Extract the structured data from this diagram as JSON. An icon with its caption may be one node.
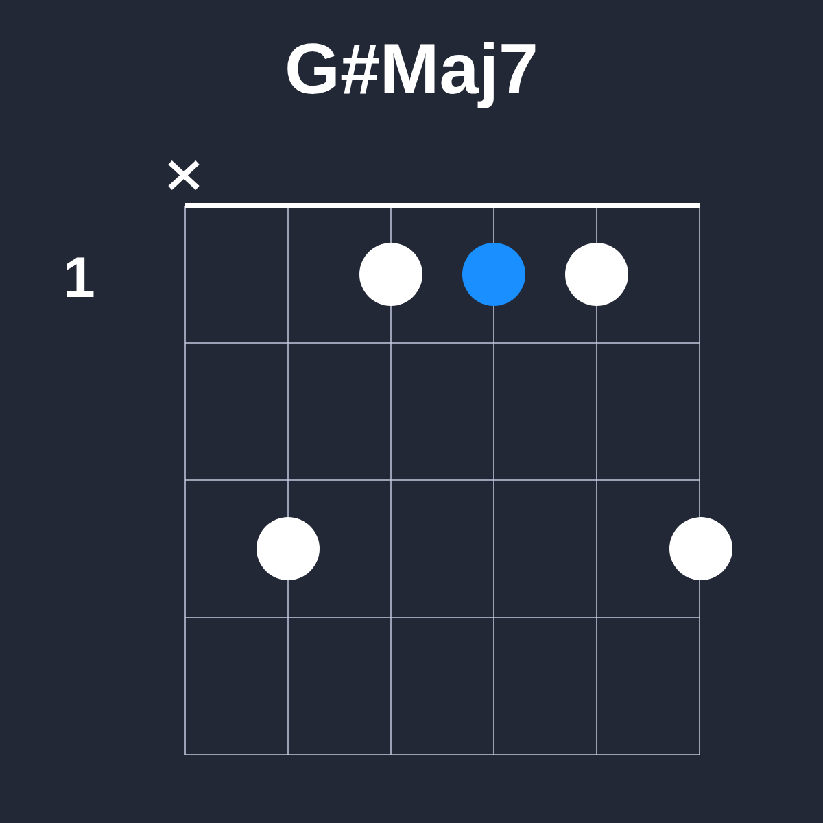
{
  "diagram": {
    "title": "G#Maj7",
    "nodes": [
      {
        "text": [],
        "shape": "circle"
      },
      {
        "text": [],
        "shape": "circle"
      },
      {
        "text": [],
        "shape": "circle"
      },
      {
        "text": [],
        "shape": "circle"
      },
      {
        "text": [],
        "shape": "circle"
      }
    ],
    "labels": [
      "1"
    ]
  }
}
